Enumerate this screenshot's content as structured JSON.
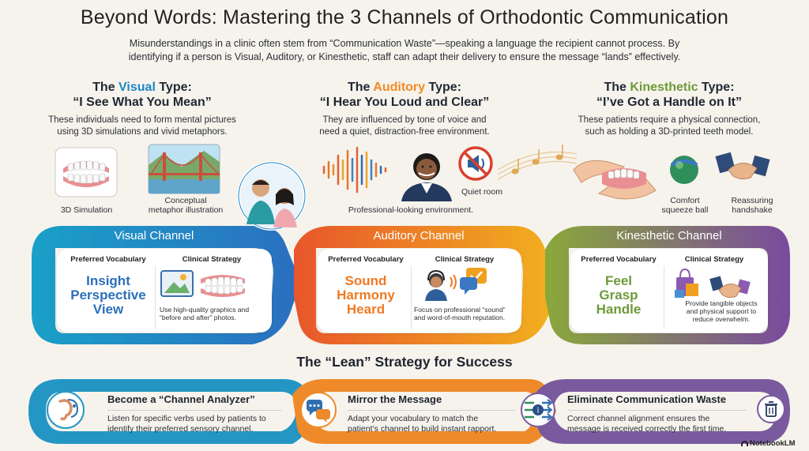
{
  "header": {
    "title": "Beyond Words: Mastering the 3 Channels of Orthodontic Communication",
    "intro_line1": "Misunderstandings in a clinic often stem from “Communication Waste”—speaking a language the recipient cannot process. By",
    "intro_line2": "identifying if a person is Visual, Auditory, or Kinesthetic, staff can adapt their delivery to ensure the message “lands” effectively."
  },
  "types": [
    {
      "pre": "The ",
      "word": "Visual",
      "post": " Type:",
      "quote": "“I See What You Mean”",
      "desc1": "These individuals need to form mental pictures",
      "desc2": "using 3D simulations and vivid metaphors.",
      "captions": [
        "3D Simulation",
        "Conceptual",
        "metaphor illustration"
      ]
    },
    {
      "pre": "The ",
      "word": "Auditory",
      "post": " Type:",
      "quote": "“I Hear You Loud and Clear”",
      "desc1": "They are influenced by tone of voice and",
      "desc2": "need a quiet, distraction-free environment.",
      "captions": [
        "Quiet room",
        "Professional-looking environment."
      ]
    },
    {
      "pre": "The ",
      "word": "Kinesthetic",
      "post": " Type:",
      "quote": "“I’ve Got a Handle on It”",
      "desc1": "These patients require a physical connection,",
      "desc2": "such as holding a 3D-printed teeth model.",
      "captions": [
        "Comfort",
        "squeeze ball",
        "Reassuring",
        "handshake"
      ]
    }
  ],
  "channels": [
    {
      "label": "Visual Channel",
      "vocab_header": "Preferred Vocabulary",
      "strategy_header": "Clinical Strategy",
      "words": [
        "Insight",
        "Perspective",
        "View"
      ],
      "strategy1": "Use high-quality graphics and",
      "strategy2": "“before and after” photos.",
      "strategy3": ""
    },
    {
      "label": "Auditory Channel",
      "vocab_header": "Preferred Vocabulary",
      "strategy_header": "Clinical Strategy",
      "words": [
        "Sound",
        "Harmony",
        "Heard"
      ],
      "strategy1": "Focus on professional “sound”",
      "strategy2": "and word-of-mouth reputation.",
      "strategy3": ""
    },
    {
      "label": "Kinesthetic Channel",
      "vocab_header": "Preferred Vocabulary",
      "strategy_header": "Clinical Strategy",
      "words": [
        "Feel",
        "Grasp",
        "Handle"
      ],
      "strategy1": "Provide tangible objects",
      "strategy2": "and physical support to",
      "strategy3": "reduce overwhelm."
    }
  ],
  "lean": {
    "title": "The “Lean” Strategy for Success",
    "steps": [
      {
        "title": "Become a “Channel Analyzer”",
        "desc1": "Listen for specific verbs used by patients to",
        "desc2": "identify their preferred sensory channel."
      },
      {
        "title": "Mirror the Message",
        "desc1": "Adapt your vocabulary to match the",
        "desc2": "patient’s channel to build instant rapport."
      },
      {
        "title": "Eliminate Communication Waste",
        "desc1": "Correct channel alignment ensures the",
        "desc2": "message is received correctly the first time."
      }
    ]
  },
  "brand": "NotebookLM",
  "colors": {
    "visual": "#1f86c6",
    "auditory": "#f08a24",
    "kinesthetic": "#6f9a3b",
    "purple": "#7b4a9c",
    "text": "#1e2430"
  },
  "icons": [
    "teeth-model-icon",
    "bridge-icon",
    "sound-wave-icon",
    "receptionist-icon",
    "no-noise-icon",
    "music-notes-icon",
    "hands-teeth-icon",
    "squeeze-ball-icon",
    "handshake-icon",
    "picture-icon",
    "headset-icon",
    "chat-check-icon",
    "shopping-bag-icon",
    "ear-brain-icon",
    "speech-bubbles-icon",
    "funnel-arrows-icon",
    "trash-icon"
  ]
}
